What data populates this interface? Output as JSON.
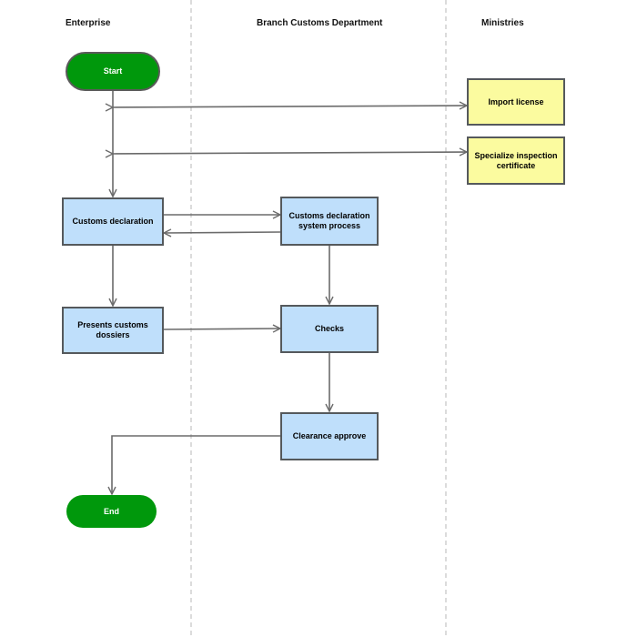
{
  "lanes": {
    "enterprise": "Enterprise",
    "branch": "Branch Customs Department",
    "ministries": "Ministries"
  },
  "nodes": {
    "start": "Start",
    "import_license": "Import license",
    "specialize_certificate": "Specialize inspection certificate",
    "customs_declaration": "Customs declaration",
    "declaration_system_process": "Customs declaration system process",
    "presents_dossiers": "Presents customs dossiers",
    "checks": "Checks",
    "clearance_approve": "Clearance approve",
    "end": "End"
  },
  "colors": {
    "process_fill": "#bfdffb",
    "document_fill": "#fbfb9f",
    "terminal_fill": "#00980c",
    "line": "#6b6b6b",
    "lane_divider": "#c8c8c8"
  }
}
